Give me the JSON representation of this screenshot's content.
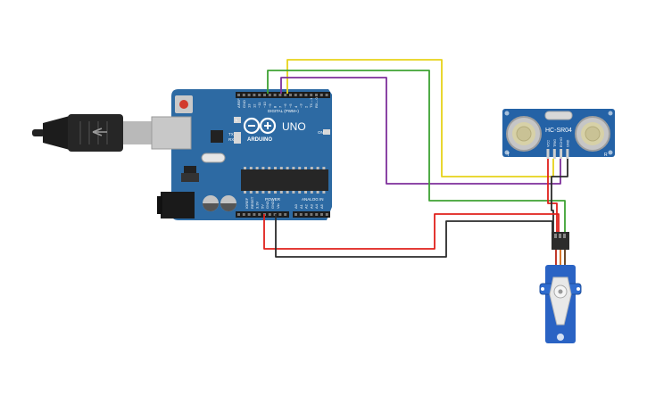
{
  "arduino": {
    "logo": "ARDUINO",
    "model": "UNO",
    "digital_header": "DIGITAL (PWM~)",
    "power_header": "POWER",
    "analog_header": "ANALOG IN",
    "on_label": "ON",
    "l_label": "L",
    "tx_label": "TX",
    "rx_label": "RX",
    "aref": "AREF",
    "gnd": "GND",
    "digital_pins": [
      "13",
      "12",
      "~11",
      "~10",
      "~9",
      "8",
      "7",
      "~6",
      "~5",
      "4",
      "~3",
      "2",
      "TX→1",
      "RX←0"
    ],
    "power_pins": [
      "IOREF",
      "RESET",
      "3.3V",
      "5V",
      "GND",
      "GND",
      "Vin"
    ],
    "analog_pins": [
      "A0",
      "A1",
      "A2",
      "A3",
      "A4",
      "A5"
    ]
  },
  "sensor": {
    "name": "HC-SR04",
    "pins": [
      "VCC",
      "TRIG",
      "ECHO",
      "GND"
    ],
    "corner_left": "T",
    "corner_right": "R"
  },
  "wires": {
    "yellow": "#e7d31a",
    "green": "#3ea233",
    "purple": "#7e2f9b",
    "red": "#e0201b",
    "black": "#2b2b2b"
  },
  "colors": {
    "board": "#2d6aa3",
    "board_dark": "#1e4f7e",
    "sensor": "#2462a6",
    "servo": "#2a63c4"
  }
}
